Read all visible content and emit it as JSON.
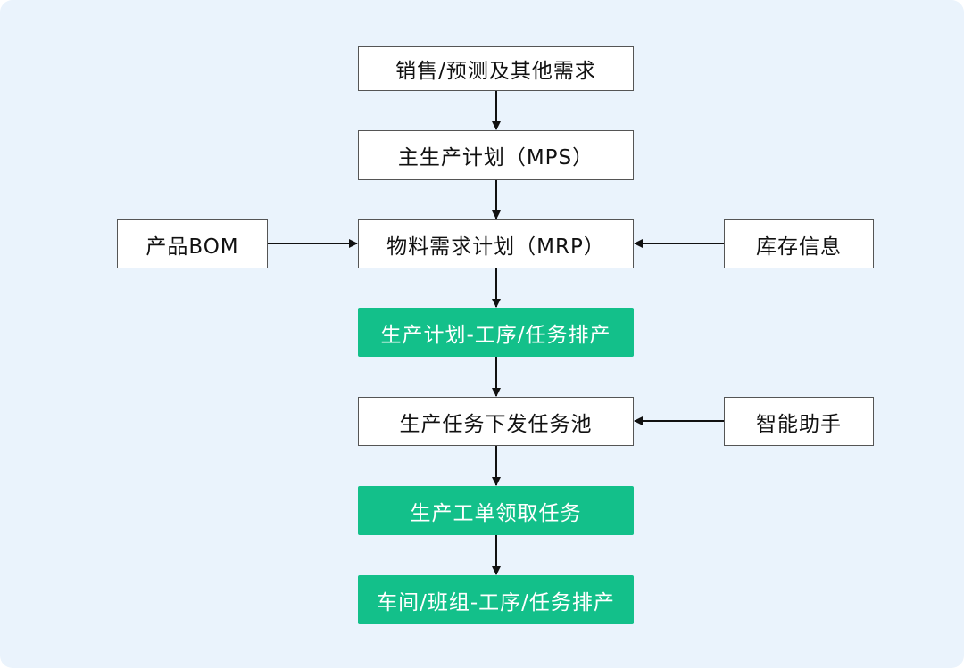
{
  "nodes": {
    "sales_forecast": "销售/预测及其他需求",
    "mps": "主生产计划（MPS）",
    "mrp": "物料需求计划（MRP）",
    "product_bom": "产品BOM",
    "inventory_info": "库存信息",
    "production_scheduling": "生产计划-工序/任务排产",
    "task_pool": "生产任务下发任务池",
    "smart_assistant": "智能助手",
    "work_order_claim": "生产工单领取任务",
    "workshop_scheduling": "车间/班组-工序/任务排产"
  },
  "colors": {
    "background": "#eaf3fc",
    "box_fill": "#ffffff",
    "box_border": "#555555",
    "highlight_fill": "#13c08a",
    "highlight_text": "#ffffff",
    "arrow": "#111111"
  }
}
